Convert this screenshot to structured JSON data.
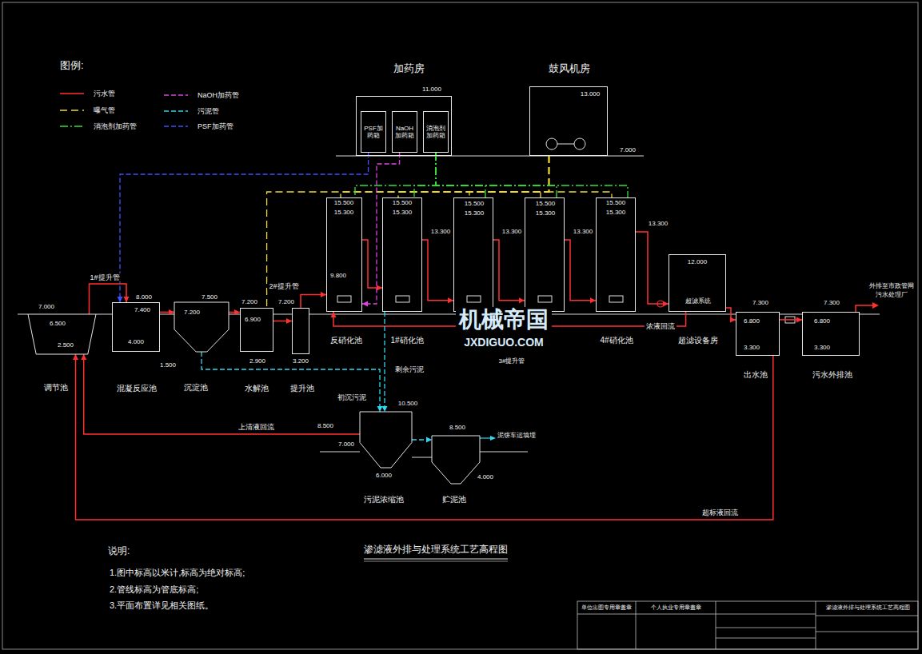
{
  "diagram": {
    "title": "渗滤液外排与处理系统工艺高程图",
    "nodes": [
      {
        "text": [
          "加药房"
        ]
      },
      {
        "text": [
          "PSF加药箱"
        ],
        "in": 0
      },
      {
        "text": [
          "NaOH加药箱"
        ],
        "in": 0
      },
      {
        "text": [
          "消泡剂加药箱"
        ],
        "in": 0
      },
      {
        "text": [
          "鼓风机房"
        ]
      },
      {
        "text": [
          "反硝化池"
        ]
      },
      {
        "text": [
          "1#硝化池"
        ]
      },
      {
        "text": [
          "15.500",
          "15.300"
        ]
      },
      {
        "text": [
          "15.500",
          "15.300"
        ]
      },
      {
        "text": [
          "4#硝化池"
        ]
      },
      {
        "text": [
          "超滤设备房",
          "超滤系统"
        ]
      },
      {
        "text": [
          "调节池"
        ]
      },
      {
        "text": [
          "混凝反应池"
        ]
      },
      {
        "text": [
          "沉淀池"
        ]
      },
      {
        "text": [
          "水解池"
        ]
      },
      {
        "text": [
          "提升池"
        ]
      },
      {
        "text": [
          "出水池"
        ]
      },
      {
        "text": [
          "污水外排池"
        ]
      },
      {
        "text": [
          "污泥浓缩池"
        ]
      },
      {
        "text": [
          "贮泥池"
        ]
      }
    ],
    "edges": [
      {
        "from": 11,
        "to": 12,
        "arrow": "to",
        "label": "1#提升管"
      },
      {
        "from": 12,
        "to": 13,
        "arrow": "to"
      },
      {
        "from": 13,
        "to": 14,
        "arrow": "to"
      },
      {
        "from": 14,
        "to": 15,
        "arrow": "to"
      },
      {
        "from": 15,
        "to": 5,
        "arrow": "to",
        "label": "2#提升管"
      },
      {
        "from": 5,
        "to": 6,
        "arrow": "to"
      },
      {
        "from": 6,
        "to": 7,
        "arrow": "to"
      },
      {
        "from": 7,
        "to": 8,
        "arrow": "to"
      },
      {
        "from": 8,
        "to": 9,
        "arrow": "to"
      },
      {
        "from": 9,
        "to": 10,
        "arrow": "to"
      },
      {
        "from": 10,
        "to": 16,
        "arrow": "to"
      },
      {
        "from": 16,
        "to": 17,
        "arrow": "to"
      },
      {
        "from": 10,
        "to": 5,
        "arrow": "to",
        "label": "浓液回流"
      },
      {
        "from": 16,
        "to": 11,
        "arrow": "to",
        "label": "超标液回流"
      },
      {
        "from": 13,
        "to": 18,
        "arrow": "to",
        "label": "初沉污泥"
      },
      {
        "from": 6,
        "to": 18,
        "arrow": "to",
        "label": "剩余污泥"
      },
      {
        "from": 18,
        "to": 11,
        "arrow": "to",
        "label": "上清液回流"
      },
      {
        "from": 18,
        "to": 19,
        "arrow": "to"
      },
      {
        "from": 4,
        "to": 5,
        "arrow": "none"
      },
      {
        "from": 4,
        "to": 6,
        "arrow": "none"
      },
      {
        "from": 4,
        "to": 7,
        "arrow": "none"
      },
      {
        "from": 4,
        "to": 8,
        "arrow": "none"
      },
      {
        "from": 4,
        "to": 9,
        "arrow": "none"
      },
      {
        "from": 4,
        "to": 14,
        "arrow": "none"
      },
      {
        "from": 3,
        "to": 5,
        "arrow": "none"
      },
      {
        "from": 3,
        "to": 6,
        "arrow": "none"
      },
      {
        "from": 3,
        "to": 7,
        "arrow": "none"
      },
      {
        "from": 3,
        "to": 8,
        "arrow": "none"
      },
      {
        "from": 3,
        "to": 9,
        "arrow": "none"
      },
      {
        "from": 2,
        "to": 5,
        "arrow": "to"
      },
      {
        "from": 1,
        "to": 12,
        "arrow": "to"
      }
    ],
    "labels": [
      "图例:",
      "11.000",
      "7.000",
      "13.000",
      "15.500",
      "15.300",
      "9.800",
      "15.500",
      "15.300",
      "13.300",
      "13.300",
      "13.300",
      "15.500",
      "15.300",
      "13.300",
      "12.000",
      "7.000",
      "6.500",
      "2.500",
      "8.000",
      "7.400",
      "4.000",
      "7.500",
      "7.200",
      "1.500",
      "7.200",
      "6.900",
      "2.900",
      "7.200",
      "3.200",
      "7.300",
      "6.800",
      "3.300",
      "7.300",
      "6.800",
      "3.300",
      "外排至市政管网",
      "污水处理厂",
      "10.500",
      "8.500",
      "7.000",
      "6.000",
      "8.500",
      "4.000",
      "泥饼车运填埋",
      "3#提升管",
      "机械帝国",
      "JXDIGUO.COM",
      "说明:",
      "1.图中标高以米计,标高为绝对标高;",
      "2.管线标高为管底标高;",
      "3.平面布置详见相关图纸。",
      "单位出图专用章盖章",
      "个人执业专用章盖章",
      "渗滤液外排与处理系统工艺高程图"
    ],
    "legend": [
      {
        "text": "污水管"
      },
      {
        "text": "曝气管"
      },
      {
        "text": "消泡剂加药管"
      },
      {
        "text": "NaOH加药管"
      },
      {
        "text": "污泥管"
      },
      {
        "text": "PSF加药管"
      }
    ]
  }
}
